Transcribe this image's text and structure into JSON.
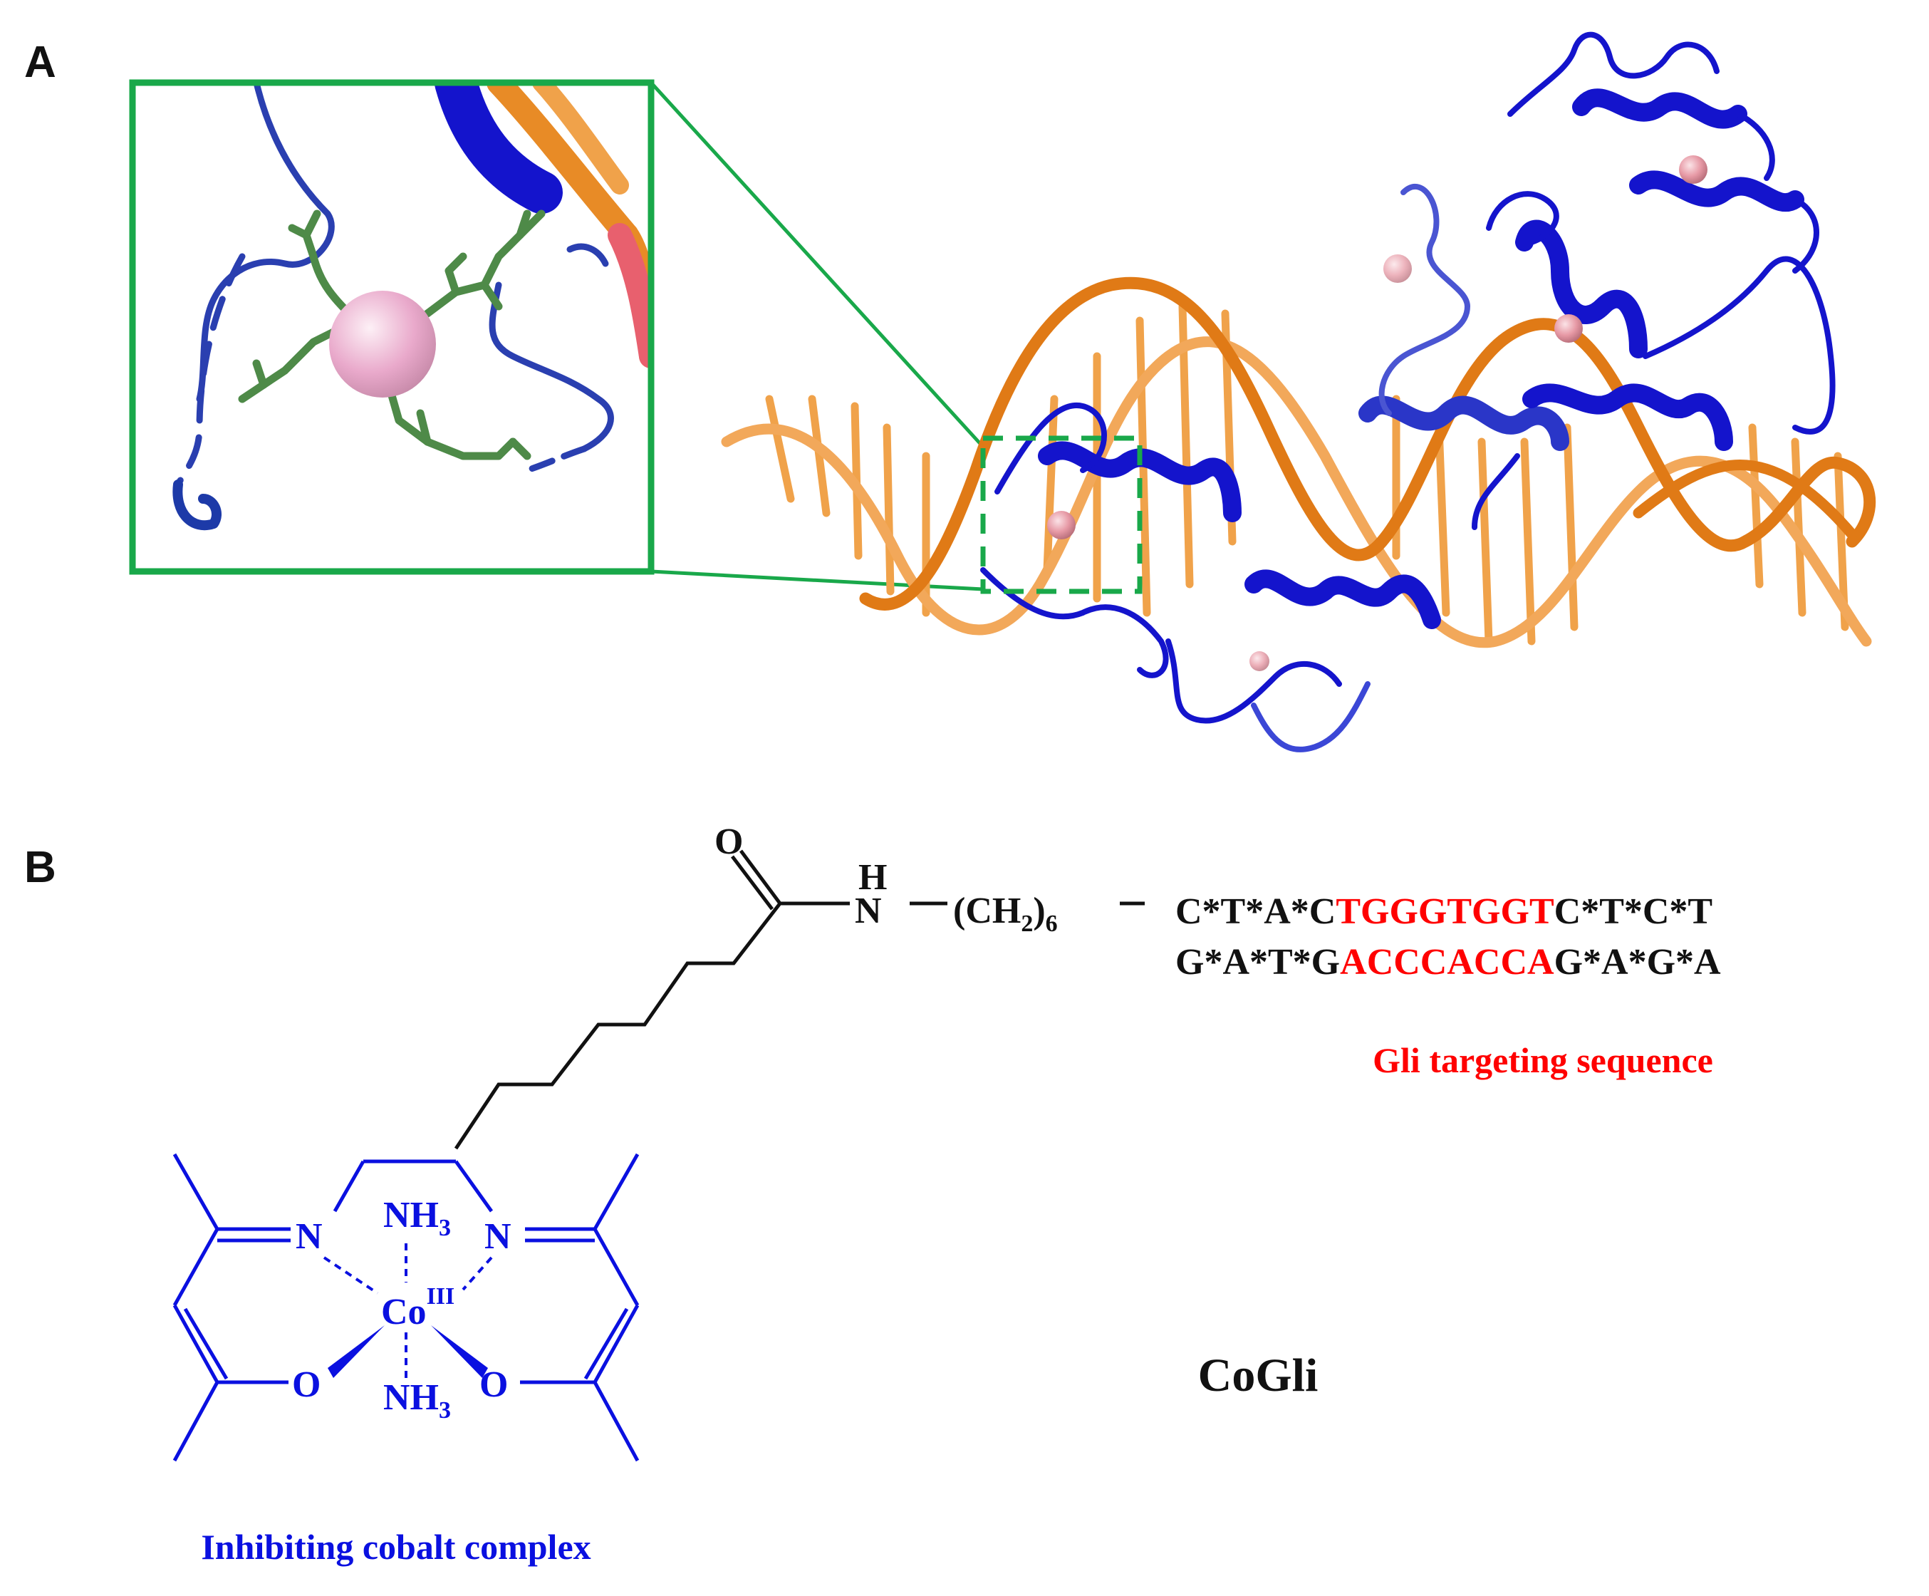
{
  "panel_a": {
    "label": "A"
  },
  "panel_b": {
    "label": "B",
    "oxygen_carbonyl": "O",
    "amide_h": "H",
    "amide_n": "N",
    "linker_left": "(CH",
    "linker_sub2": "2",
    "linker_close": ")",
    "linker_sub6": "6",
    "seq_top": [
      {
        "text": "C*T*A*C",
        "color": "#000000"
      },
      {
        "text": "TGGGTGGT",
        "color": "#ff0000"
      },
      {
        "text": "C*T*C*T",
        "color": "#000000"
      }
    ],
    "seq_bottom": [
      {
        "text": "G*A*T*G",
        "color": "#000000"
      },
      {
        "text": "ACCCACCA",
        "color": "#ff0000"
      },
      {
        "text": "G*A*G*A",
        "color": "#000000"
      }
    ],
    "gli_caption": "Gli targeting sequence",
    "complex": {
      "n_left": "N",
      "n_right": "N",
      "nh3_top": "NH",
      "nh3_top_sub": "3",
      "co": "Co",
      "co_sup": "III",
      "nh3_bottom": "NH",
      "nh3_bottom_sub": "3",
      "o_left": "O",
      "o_right": "O"
    },
    "complex_caption": "Inhibiting cobalt complex",
    "compound_name": "CoGli"
  },
  "colors": {
    "dna": "#e8831f",
    "protein": "#1414cc",
    "zinc": "#e79aa6",
    "inset_border": "#19a84a",
    "residue": "#4e8a48",
    "red": "#ff0000",
    "blue": "#0a10e0"
  }
}
